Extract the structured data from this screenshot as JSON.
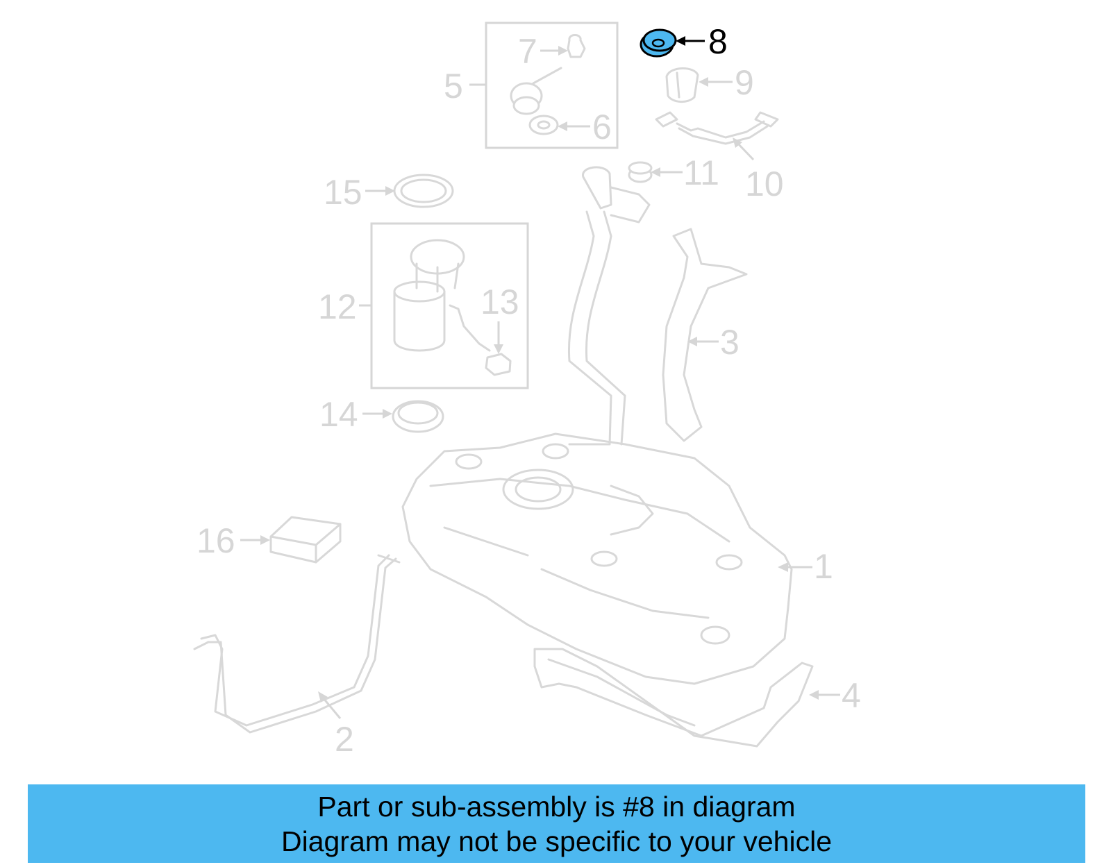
{
  "diagram": {
    "callouts": [
      "1",
      "2",
      "3",
      "4",
      "5",
      "6",
      "7",
      "8",
      "9",
      "10",
      "11",
      "12",
      "13",
      "14",
      "15",
      "16"
    ],
    "highlighted_part": "8",
    "colors": {
      "highlight_fill": "#4db8f0",
      "muted_line": "#d6d6d6",
      "highlight_text": "#000000"
    }
  },
  "banner": {
    "line1": "Part or sub-assembly is #8 in diagram",
    "line2": "Diagram may not be specific to your vehicle",
    "background": "#4db8f0"
  }
}
